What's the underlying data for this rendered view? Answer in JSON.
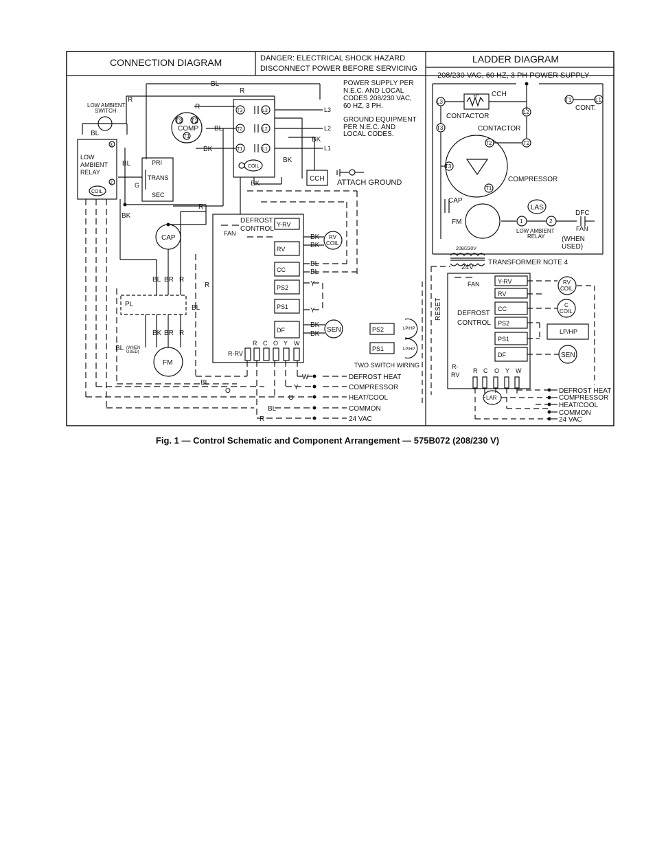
{
  "header": {
    "connection_title": "CONNECTION DIAGRAM",
    "danger_line1": "DANGER: ELECTRICAL SHOCK HAZARD",
    "danger_line2": "DISCONNECT POWER BEFORE SERVICING",
    "ladder_title": "LADDER DIAGRAM"
  },
  "connection": {
    "power_supply_note": [
      "POWER SUPPLY PER",
      "N.E.C. AND LOCAL",
      "CODES 208/230 VAC,",
      "60 HZ, 3 PH."
    ],
    "ground_note": [
      "GROUND EQUIPMENT",
      "PER N.E.C. AND",
      "LOCAL CODES."
    ],
    "attach_ground": "ATTACH GROUND",
    "low_ambient_switch": [
      "LOW AMBIENT",
      "SWITCH"
    ],
    "low_ambient_relay": [
      "LOW",
      "AMBIENT",
      "RELAY"
    ],
    "relay_terminals": [
      "3",
      "2"
    ],
    "coil": "COIL",
    "trans": "TRANS",
    "pri": "PRI",
    "sec": "SEC",
    "g": "G",
    "comp": "COMP",
    "comp_terminals": [
      "T3",
      "T2",
      "T1"
    ],
    "cap": "CAP",
    "contactor_terminals": [
      "T3",
      "L3",
      "T2",
      "L2",
      "T1",
      "L1"
    ],
    "cch": "CCH",
    "lines": [
      "L3",
      "L2",
      "L1"
    ],
    "defrost_control": [
      "DEFROST",
      "CONTROL"
    ],
    "fan": "FAN",
    "board_terminals": [
      "Y-RV",
      "RV",
      "CC",
      "PS2",
      "PS1",
      "DF"
    ],
    "rv_coil": [
      "RV",
      "COIL"
    ],
    "sen": "SEN",
    "r_rv": "R-RV",
    "bottom_terminals": [
      "R",
      "C",
      "O",
      "Y",
      "W"
    ],
    "pl": "PL",
    "fm": "FM",
    "when_used": [
      "(WHEN",
      "USED)"
    ],
    "two_switch_wiring": "TWO SWITCH WIRING",
    "switch_labels": [
      "PS2",
      "PS1"
    ],
    "lphp": "LP/HP",
    "wire_colors": {
      "bl": "BL",
      "r": "R",
      "bk": "BK",
      "br": "BR",
      "o": "O",
      "y": "Y",
      "w": "W"
    },
    "legend": [
      "DEFROST HEAT",
      "COMPRESSOR",
      "HEAT/COOL",
      "COMMON",
      "24 VAC"
    ],
    "legend_wires": [
      "W",
      "Y",
      "O",
      "BL",
      "R"
    ]
  },
  "ladder": {
    "power_supply": "208/230 VAC, 60 HZ, 3 PH POWER SUPPLY",
    "terminals": [
      "L3",
      "T3",
      "L2",
      "T2",
      "T1",
      "L1"
    ],
    "cch": "CCH",
    "heater_mark": "+t°",
    "contactor": "CONTACTOR",
    "cont": "CONT.",
    "compressor": "COMPRESSOR",
    "comp_terminals": [
      "T2",
      "T3",
      "T1"
    ],
    "cap": "CAP",
    "fm": "FM",
    "las": "LAS",
    "dfc": "DFC",
    "fan": "FAN",
    "relay_pins": [
      "1",
      "2"
    ],
    "low_ambient_relay": [
      "LOW AMBIENT",
      "RELAY"
    ],
    "when_used": [
      "(WHEN",
      "USED)"
    ],
    "transformer_voltage": "208/230V",
    "transformer_note": "TRANSFORMER NOTE 4",
    "secondary": "24V",
    "reset": "RESET",
    "defrost_control": [
      "DEFROST",
      "CONTROL"
    ],
    "board_terminals": [
      "Y-RV",
      "RV",
      "CC",
      "PS2",
      "PS1",
      "DF"
    ],
    "rv_coil": [
      "RV",
      "COIL"
    ],
    "c_coil": [
      "C",
      "COIL"
    ],
    "lphp": "LP/HP",
    "sen": "SEN",
    "r_rv": [
      "R-",
      "RV"
    ],
    "bottom_terminals": [
      "R",
      "C",
      "O",
      "Y",
      "W"
    ],
    "lar": "LAR",
    "legend": [
      "DEFROST HEAT",
      "COMPRESSOR",
      "HEAT/COOL",
      "COMMON",
      "24 VAC"
    ]
  },
  "caption": "Fig. 1 — Control Schematic and Component Arrangement — 575B072 (208/230 V)"
}
